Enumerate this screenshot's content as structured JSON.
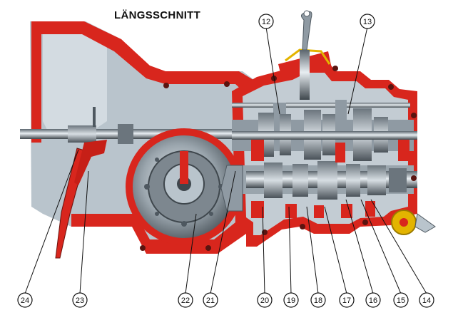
{
  "title": "LÄNGSSCHNITT",
  "colors": {
    "housing_red": "#d8261d",
    "housing_grey": "#b9c4cc",
    "steel": "#8f9aa3",
    "dark_steel": "#4e5860",
    "highlight": "#e8eef2",
    "brass": "#e3b400"
  },
  "callouts": {
    "c12": "12",
    "c13": "13",
    "c14": "14",
    "c15": "15",
    "c16": "16",
    "c17": "17",
    "c18": "18",
    "c19": "19",
    "c20": "20",
    "c21": "21",
    "c22": "22",
    "c23": "23",
    "c24": "24"
  }
}
